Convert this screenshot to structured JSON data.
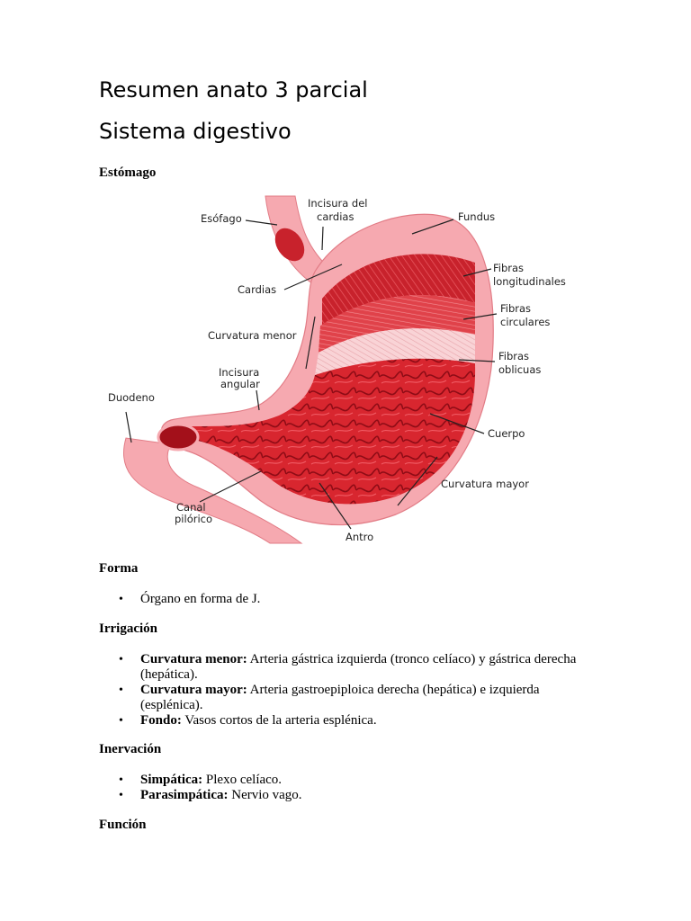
{
  "document": {
    "title_line1": "Resumen anato 3 parcial",
    "title_line2": "Sistema digestivo"
  },
  "sections": {
    "estomago": {
      "heading": "Estómago"
    },
    "forma": {
      "heading": "Forma",
      "items": [
        {
          "text": "Órgano en forma de J."
        }
      ]
    },
    "irrigacion": {
      "heading": "Irrigación",
      "items": [
        {
          "term": "Curvatura menor:",
          "text": " Arteria gástrica izquierda (tronco celíaco) y gástrica derecha (hepática)."
        },
        {
          "term": "Curvatura mayor:",
          "text": " Arteria gastroepiploica derecha (hepática) e izquierda (esplénica)."
        },
        {
          "term": "Fondo:",
          "text": " Vasos cortos de la arteria esplénica."
        }
      ]
    },
    "inervacion": {
      "heading": "Inervación",
      "items": [
        {
          "term": "Simpática:",
          "text": " Plexo celíaco."
        },
        {
          "term": "Parasimpática:",
          "text": " Nervio vago."
        }
      ]
    },
    "funcion": {
      "heading": "Función"
    }
  },
  "figure": {
    "labels": {
      "esofago": "Esófago",
      "incisura_cardias_1": "Incisura del",
      "incisura_cardias_2": "cardias",
      "fundus": "Fundus",
      "cardias": "Cardias",
      "fibras_long_1": "Fibras",
      "fibras_long_2": "longitudinales",
      "curvatura_menor": "Curvatura menor",
      "fibras_circ_1": "Fibras",
      "fibras_circ_2": "circulares",
      "incisura_angular_1": "Incisura",
      "incisura_angular_2": "angular",
      "fibras_obl_1": "Fibras",
      "fibras_obl_2": "oblicuas",
      "duodeno": "Duodeno",
      "cuerpo": "Cuerpo",
      "curvatura_mayor": "Curvatura mayor",
      "canal_pilorico_1": "Canal",
      "canal_pilorico_2": "pilórico",
      "antro": "Antro"
    },
    "colors": {
      "outer_wall": "#f6a9b0",
      "mucosa": "#d8262f",
      "mucosa_dark": "#a3101a",
      "longitudinal": "#c8222c",
      "circular": "#e0424a",
      "oblique": "#f9d3d6"
    }
  }
}
